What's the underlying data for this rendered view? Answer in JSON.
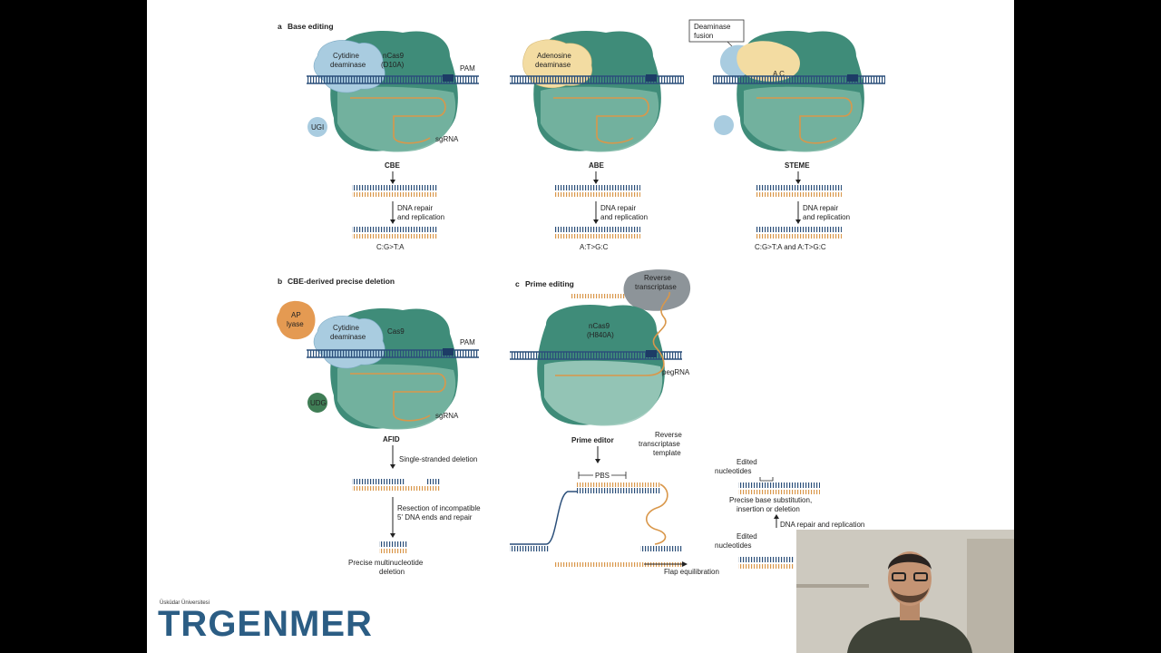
{
  "panels": {
    "a": {
      "letter": "a",
      "title": "Base editing",
      "cbe": {
        "enzyme_label_line1": "Cytidine",
        "enzyme_label_line2": "deaminase",
        "cas_label_line1": "nCas9",
        "cas_label_line2": "(D10A)",
        "pam": "PAM",
        "ugi": "UGI",
        "sgrna": "sgRNA",
        "name": "CBE",
        "repair_line1": "DNA repair",
        "repair_line2": "and replication",
        "result": "C:G>T:A"
      },
      "abe": {
        "enzyme_label_line1": "Adenosine",
        "enzyme_label_line2": "deaminase",
        "name": "ABE",
        "repair_line1": "DNA repair",
        "repair_line2": "and replication",
        "result": "A:T>G:C"
      },
      "steme": {
        "fusion_line1": "Deaminase",
        "fusion_line2": "fusion",
        "base_top": "A C",
        "name": "STEME",
        "repair_line1": "DNA repair",
        "repair_line2": "and replication",
        "result": "C:G>T:A and A:T>G:C"
      }
    },
    "b": {
      "letter": "b",
      "title": "CBE-derived precise deletion",
      "ap_line1": "AP",
      "ap_line2": "lyase",
      "enzyme_label_line1": "Cytidine",
      "enzyme_label_line2": "deaminase",
      "cas_label": "Cas9",
      "pam": "PAM",
      "udg": "UDG",
      "sgrna": "sgRNA",
      "name": "AFID",
      "step1": "Single-stranded deletion",
      "step2_line1": "Resection of incompatible",
      "step2_line2": "5' DNA ends and repair",
      "result_line1": "Precise multinucleotide",
      "result_line2": "deletion"
    },
    "c": {
      "letter": "c",
      "title": "Prime editing",
      "rt_line1": "Reverse",
      "rt_line2": "transcriptase",
      "cas_label_line1": "nCas9",
      "cas_label_line2": "(H840A)",
      "pegrna": "pegRNA",
      "prime_editor": "Prime editor",
      "pbs": "PBS",
      "rtt_line1": "Reverse",
      "rtt_line2": "transcriptase",
      "rtt_line3": "template",
      "flap": "Flap equilibration",
      "edited1_line1": "Edited",
      "edited1_line2": "nucleotides",
      "edited2_line1": "Edited",
      "edited2_line2": "nucleotides",
      "outcome_line1": "Precise base substitution,",
      "outcome_line2": "insertion or deletion",
      "repair": "DNA repair and replication"
    }
  },
  "logo": {
    "small_text": "Üsküdar Üniversitesi",
    "brand": "TRGENMER"
  },
  "colors": {
    "cas9": "#3e8a78",
    "cas9_light": "#7fb8a6",
    "deaminase_blue": "#a9cce0",
    "deaminase_yellow": "#f3dca2",
    "ap_lyase": "#e49a52",
    "dna": "#2b4f7a",
    "rna": "#d9974a",
    "rt_gray": "#8d9499",
    "brand": "#2b5d84"
  }
}
